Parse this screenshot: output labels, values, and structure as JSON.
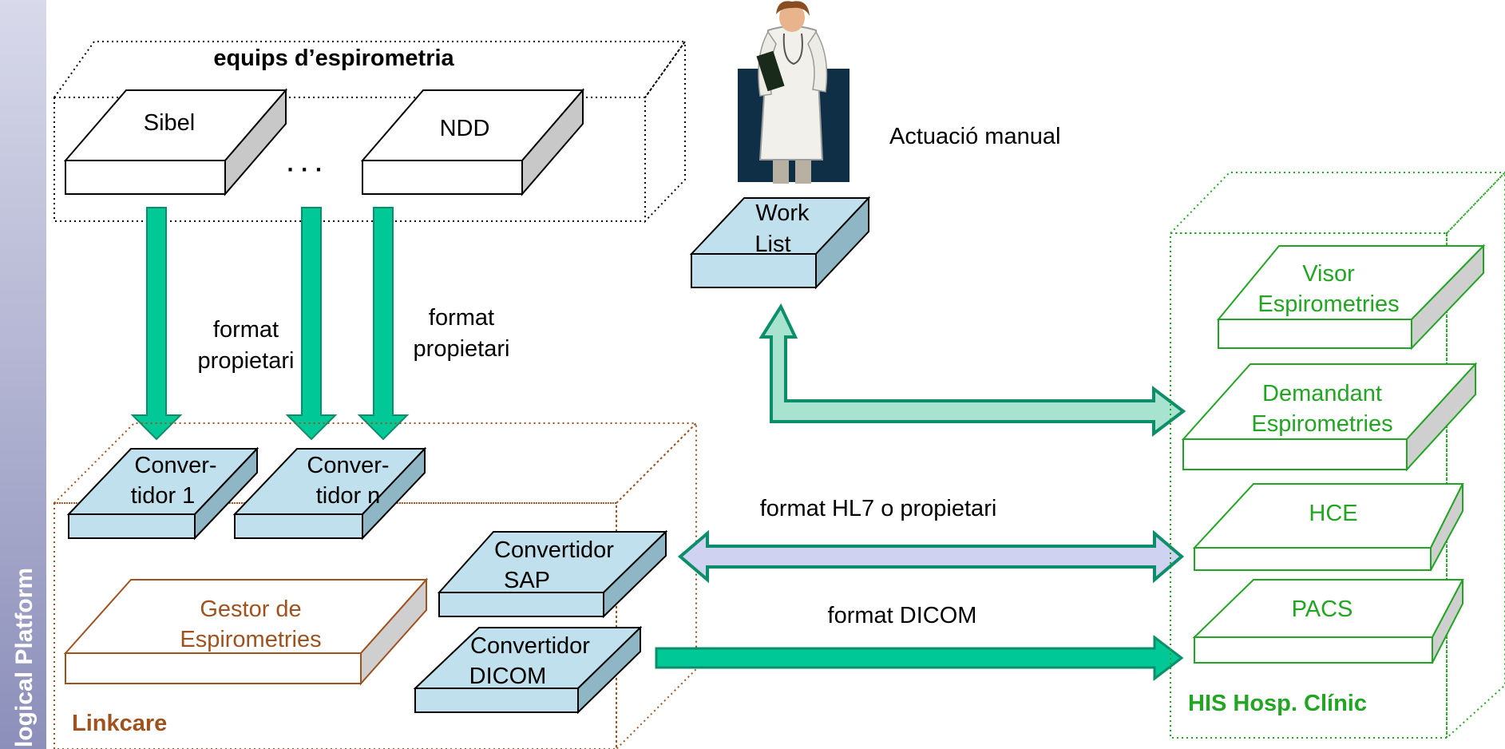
{
  "sidebar": {
    "vertical_title": "logical Platform"
  },
  "devices": {
    "title": "equips d’espirometria",
    "sibel": "Sibel",
    "ellipsis": "· · ·",
    "ndd": "NDD"
  },
  "flows": {
    "format_propietari_1_line1": "format",
    "format_propietari_1_line2": "propietari",
    "format_propietari_2_line1": "format",
    "format_propietari_2_line2": "propietari",
    "hl7": "format HL7 o propietari",
    "dicom": "format  DICOM"
  },
  "manual": {
    "label": "Actuació manual",
    "worklist_line1": "Work",
    "worklist_line2": "List"
  },
  "linkcare": {
    "title": "Linkcare",
    "conv1_line1": "Conver-",
    "conv1_line2": "tidor 1",
    "convn_line1": "Conver-",
    "convn_line2": "tidor n",
    "gestor_line1": "Gestor de",
    "gestor_line2": "Espirometries",
    "sap_line1": "Convertidor",
    "sap_line2": "SAP",
    "dicom_line1": "Convertidor",
    "dicom_line2": "DICOM"
  },
  "his": {
    "title": "HIS Hosp. Clínic",
    "visor_line1": "Visor",
    "visor_line2": "Espirometries",
    "demandant_line1": "Demandant",
    "demandant_line2": "Espirometries",
    "hce": "HCE",
    "pacs": "PACS"
  },
  "colors": {
    "arrow_green": "#00c896",
    "arrow_outline": "#0b8f6a",
    "box_blue": "#bfe0ec",
    "his_green": "#22a522",
    "linkcare_brown": "#a0521e",
    "sidebar": "#aeb0d0"
  }
}
